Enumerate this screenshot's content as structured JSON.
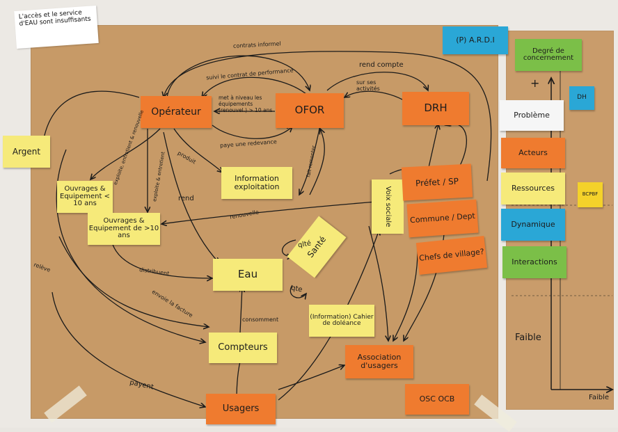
{
  "header_note": "L'accès et le service d'EAU sont insuffisants",
  "ardi_note": "(P) A.R.D.I",
  "notes": {
    "operateur": "Opérateur",
    "ofor": "OFOR",
    "drh": "DRH",
    "argent": "Argent",
    "ouvrages_small": "Ouvrages & Equipement < 10 ans",
    "ouvrages_big": "Ouvrages & Equipement de >10 ans",
    "information": "Information exploitation",
    "eau": "Eau",
    "sante": "Santé",
    "voix_sociale": "Voix sociale",
    "prefet": "Préfet / SP",
    "commune": "Commune / Dept",
    "chefs": "Chefs de village?",
    "cahier": "(Information) Cahier de doléance",
    "compteurs": "Compteurs",
    "association": "Association d'usagers",
    "usagers": "Usagers",
    "osc": "OSC OCB"
  },
  "legend": {
    "degre": "Degré de concernement",
    "plus": "+",
    "dh": "DH",
    "probleme": "Problème",
    "acteurs": "Acteurs",
    "ressources": "Ressources",
    "dynamique": "Dynamique",
    "interactions": "Interactions",
    "bcpbf": "BCPBF",
    "faible": "Faible",
    "faible_axis": "Faible"
  },
  "arrow_labels": {
    "contrats": "contrats informel",
    "suivi": "suivi le contrat de performance",
    "rend_compte": "rend compte",
    "sur_ses_activites": "sur ses activités",
    "met_a_niveau": "met à niveau les équipements (renouvel.) > 10 ans",
    "paye_redevance": "paye une redevance",
    "produit": "produit",
    "rend": "rend",
    "renouvelle": "renouvelle",
    "distribuent": "distribuent",
    "releve": "relève",
    "envoie_facture": "envoie la facture",
    "payent": "payent",
    "consomment": "consomment",
    "qualite": "qlté",
    "qte": "qte",
    "exploite_entretient_renouvelle": "exploite, entretient & renouvelle",
    "exploite_entretient": "exploite & entretient",
    "fait_remonter": "fait remonter"
  }
}
